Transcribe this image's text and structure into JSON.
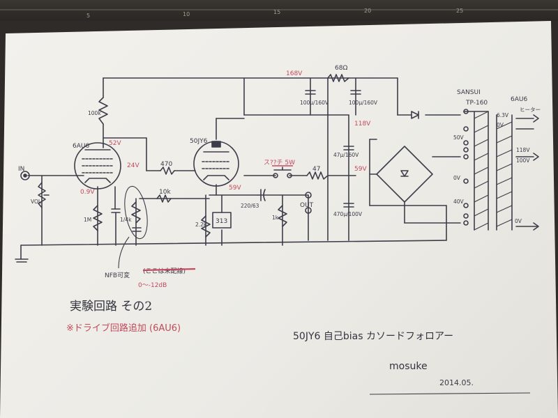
{
  "ruler": {
    "ticks": [
      "5",
      "10",
      "15",
      "20",
      "25"
    ]
  },
  "tubes": [
    {
      "id": "v1",
      "label": "6AU6"
    },
    {
      "id": "v2",
      "label": "50JY6"
    }
  ],
  "labels": {
    "input": "IN",
    "output": "OUT",
    "v168": "168V",
    "r68": "68Ω",
    "c_top_left": "100μ/160V",
    "c_top_right": "100μ/160V",
    "v118": "118V",
    "c_mid": "47μ/160V",
    "v59": "59V",
    "c_low": "470μ/100V",
    "r100k": "100k",
    "v52": "52V",
    "v24": "24V",
    "v0_9": "0.9V",
    "r470": "470",
    "r10k": "10k",
    "v59_grid": "59V",
    "sw": "ス??チ 5W",
    "r47": "47",
    "c220": "220/63",
    "r_cath": "2.2k",
    "r_out": "1k",
    "r_grid": "1M",
    "r_313": "313",
    "vol": "VOL",
    "r_nfb": "1/4k",
    "transformer": "SANSUI",
    "transformer_model": "TP-160",
    "heater_tube": "6AU6",
    "heater_lbl": "ヒーター",
    "t_63v": "6.3V",
    "t_0v_a": "0V",
    "t_118v": "118V",
    "t_100v": "100V",
    "t_50v": "50V",
    "t_0v_b": "0V",
    "t_40v": "40V",
    "t_0v_c": "0V"
  },
  "annotations": {
    "nfb": "NFB可変",
    "nfb_struck": "(ここは未配線)",
    "nfb_range": "0〜-12dB"
  },
  "title": "実験回路 その2",
  "subtitle": "※ドライブ回路追加 (6AU6)",
  "circuit_name": "50JY6 自己bias カソードフォロアー",
  "author": "mosuke",
  "date": "2014.05."
}
